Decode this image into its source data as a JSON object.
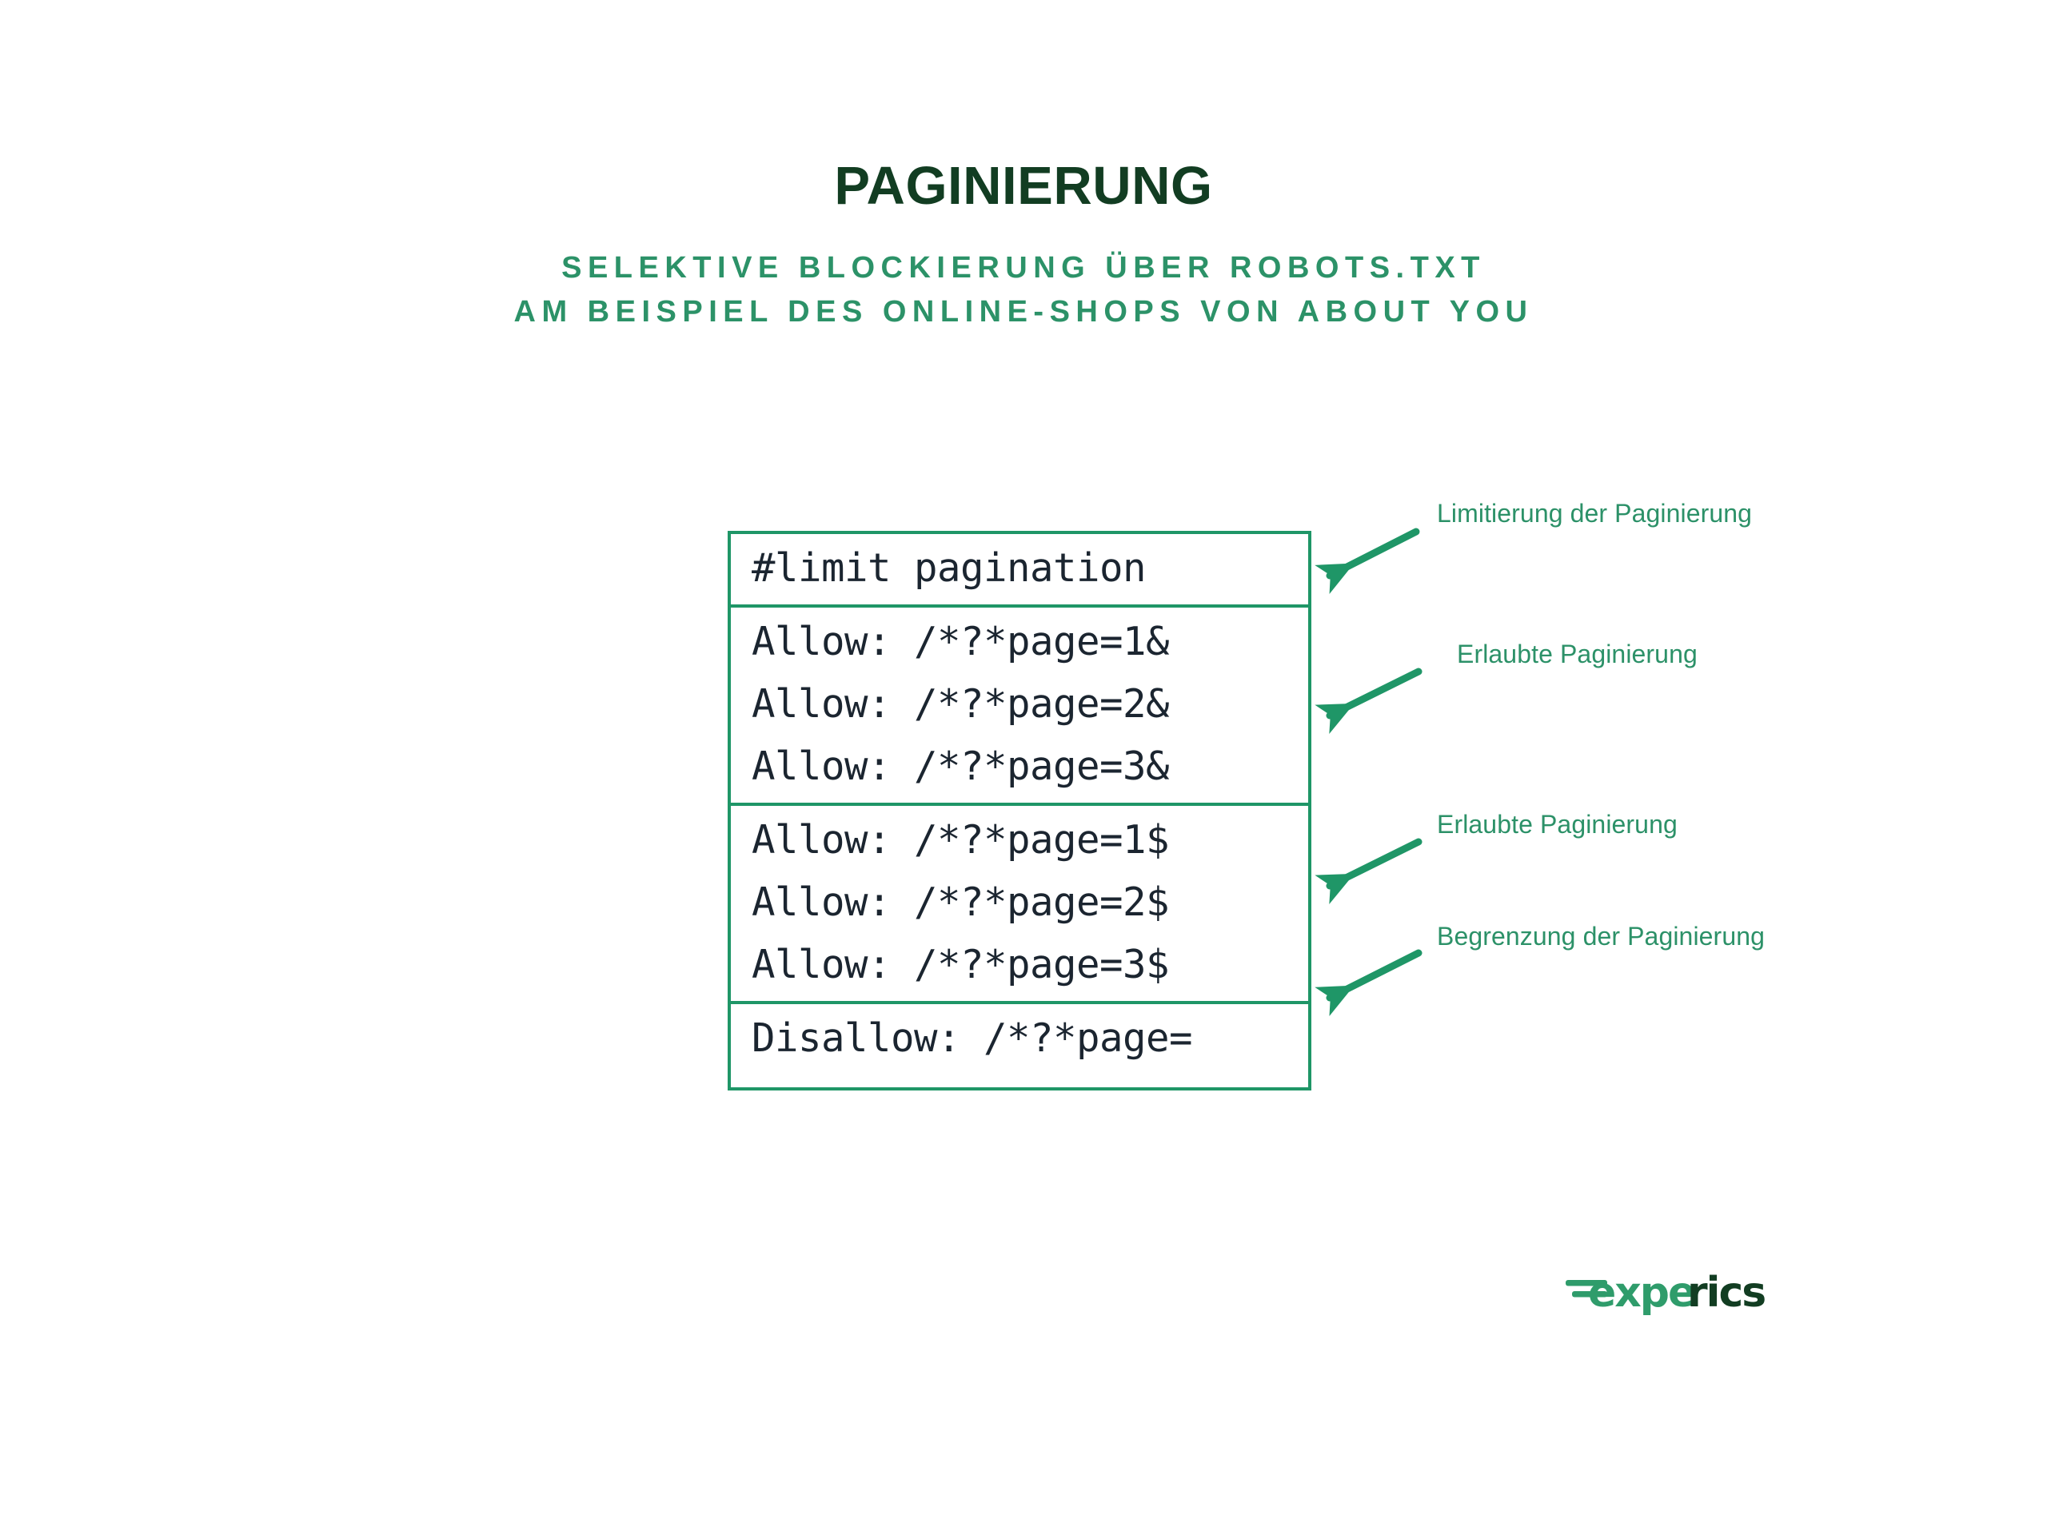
{
  "slide": {
    "title": "PAGINIERUNG",
    "subtitle_line_1": "SELEKTIVE BLOCKIERUNG ÜBER ROBOTS.TXT",
    "subtitle_line_2": "AM BEISPIEL DES ONLINE-SHOPS VON ABOUT YOU"
  },
  "colors": {
    "title_green": "#123D22",
    "accent_green": "#2C9168",
    "border_green": "#1F9667",
    "code_text": "#1b2530",
    "background": "#FFFFFF"
  },
  "code_block": {
    "groups": [
      {
        "name": "comment",
        "lines": [
          "#limit pagination"
        ]
      },
      {
        "name": "allow-ampersand",
        "lines": [
          "Allow: /*?*page=1&",
          "Allow: /*?*page=2&",
          "Allow: /*?*page=3&"
        ]
      },
      {
        "name": "allow-dollar",
        "lines": [
          "Allow: /*?*page=1$",
          "Allow: /*?*page=2$",
          "Allow: /*?*page=3$"
        ]
      },
      {
        "name": "disallow",
        "lines": [
          "Disallow: /*?*page="
        ]
      }
    ]
  },
  "annotations": [
    {
      "label": "Limitierung der Paginierung",
      "icon": "arrow-down-left-icon"
    },
    {
      "label": "Erlaubte Paginierung",
      "icon": "arrow-down-left-icon"
    },
    {
      "label": "Erlaubte Paginierung",
      "icon": "arrow-down-left-icon"
    },
    {
      "label": "Begrenzung der Paginierung",
      "icon": "arrow-down-left-icon"
    }
  ],
  "logo": {
    "text_light": "expe",
    "text_dark": "rics",
    "full_text": "experics",
    "light_color": "#2F9C6B",
    "dark_color": "#123D22"
  }
}
